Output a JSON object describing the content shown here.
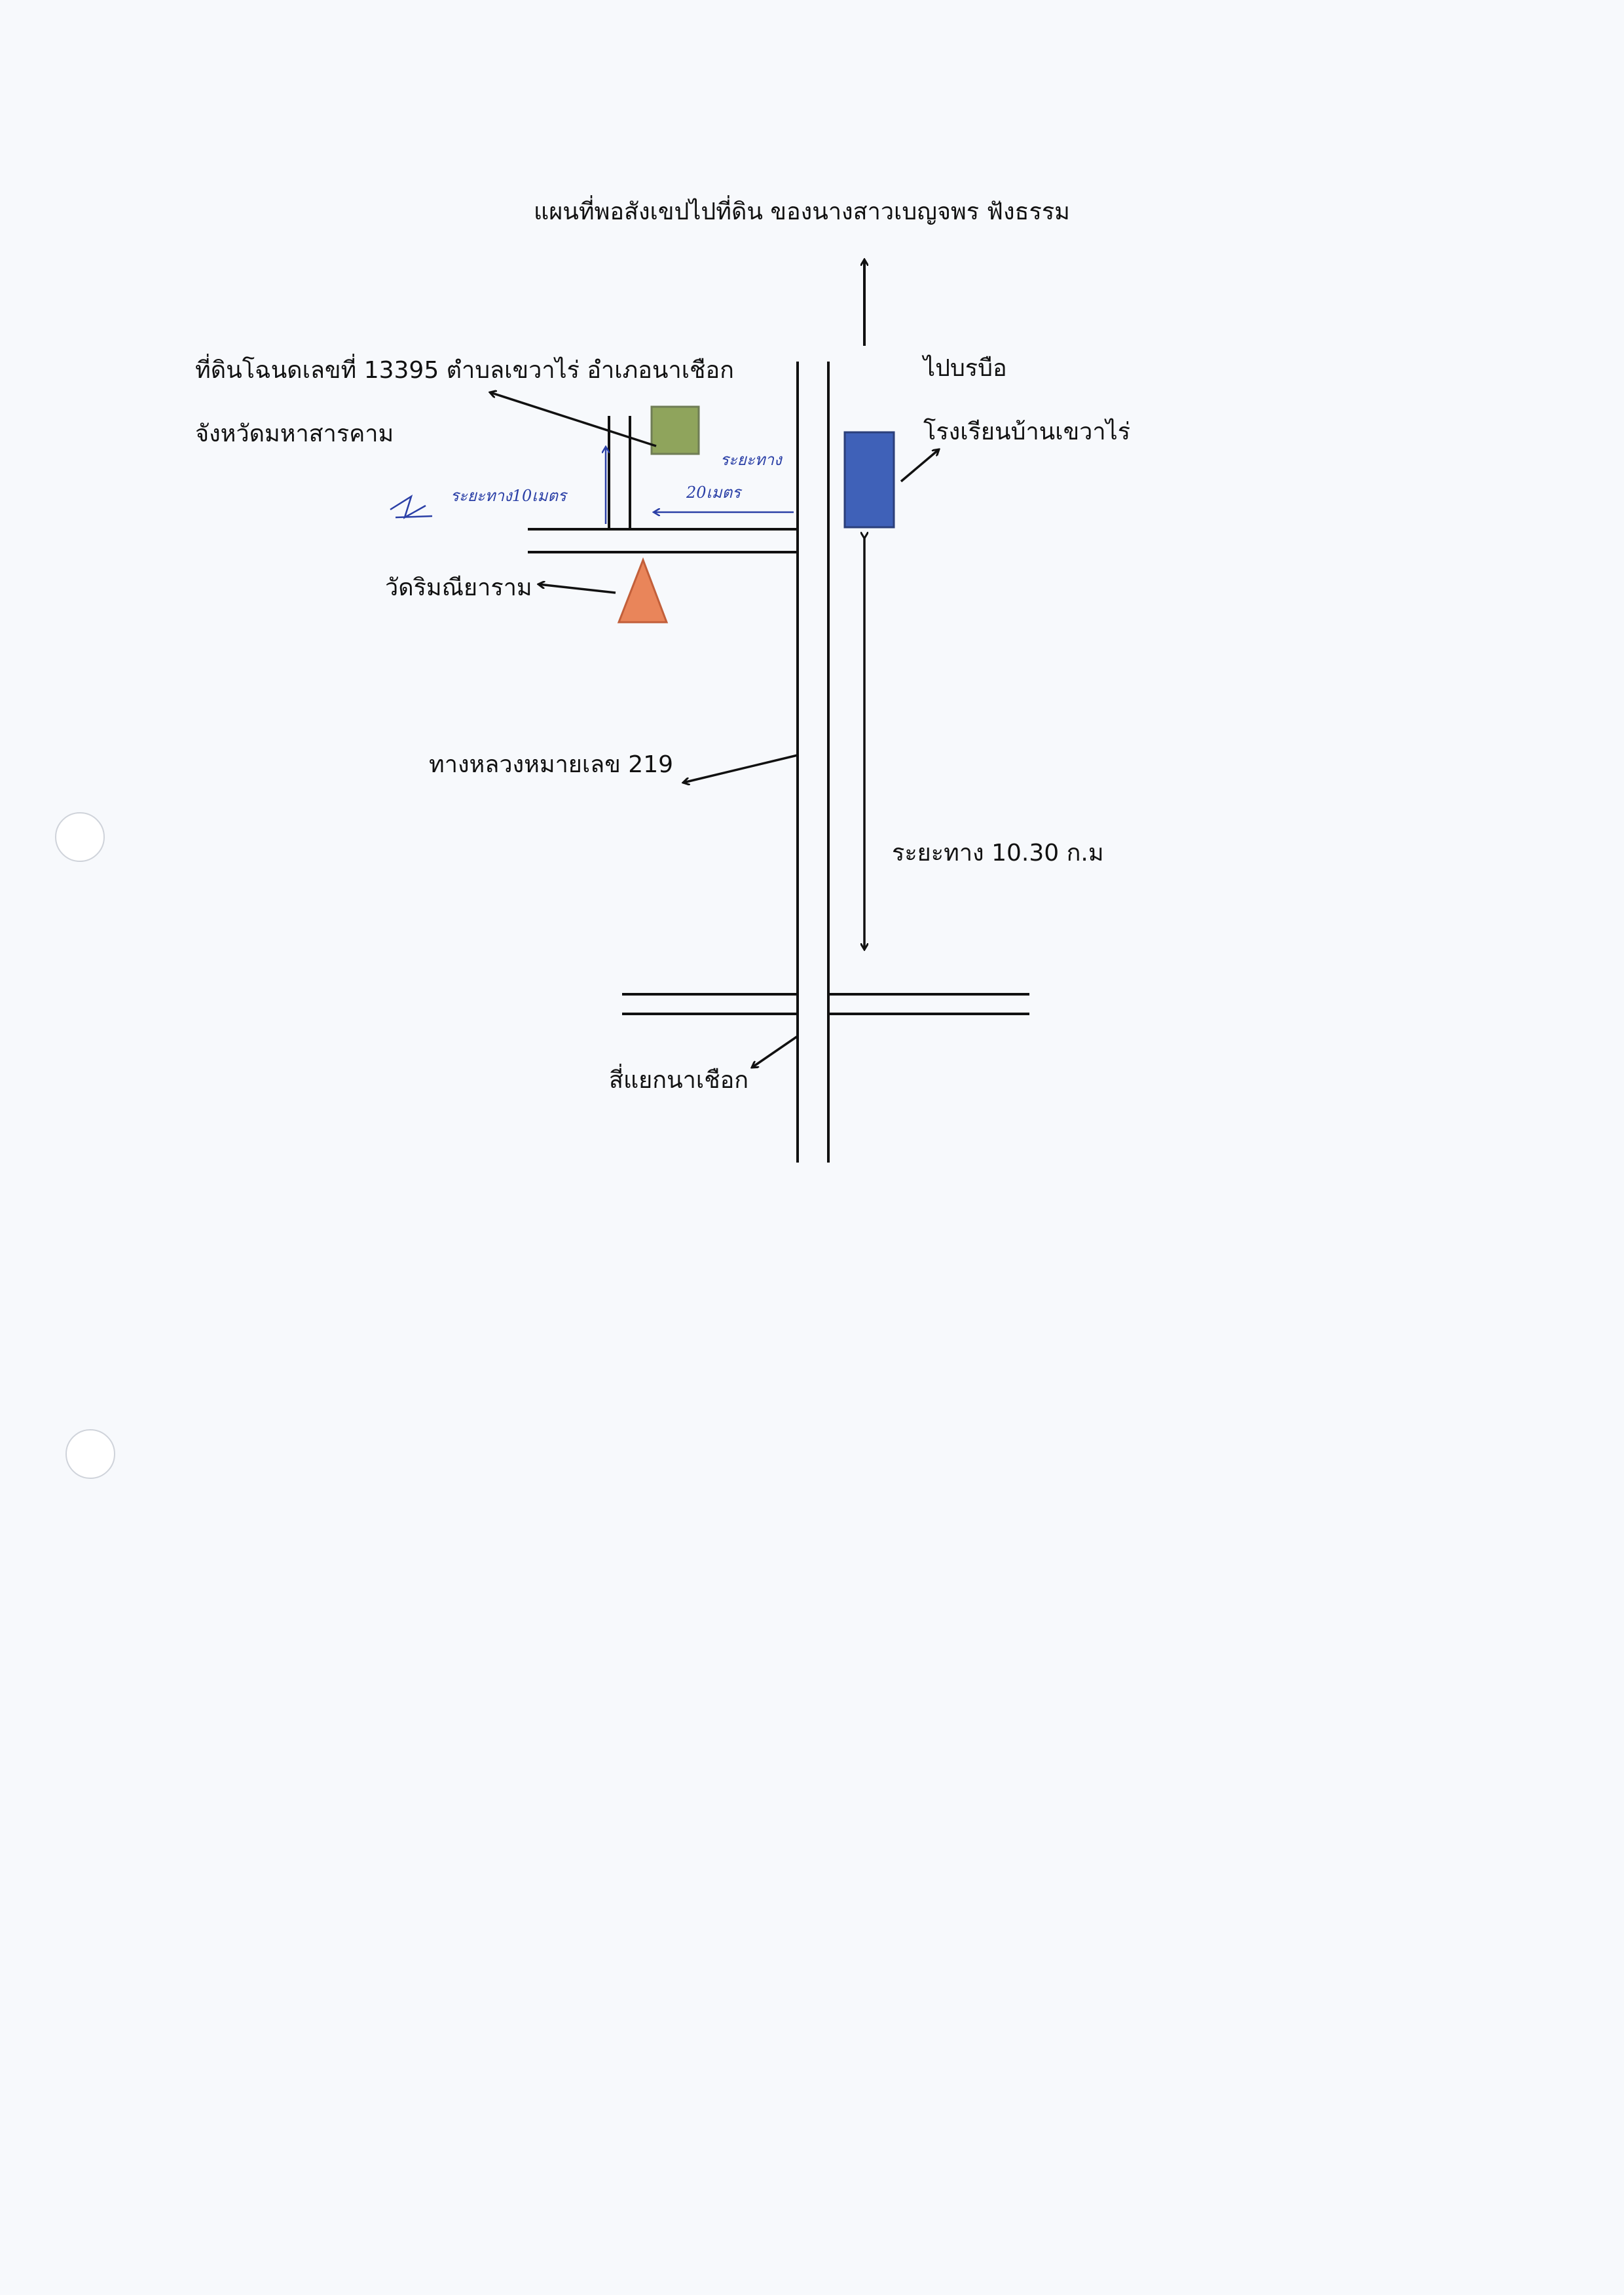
{
  "title": "แผนที่พอสังเขปไปที่ดิน ของนางสาวเบญจพร ฟังธรรม",
  "labels": {
    "land_line1": "ที่ดินโฉนดเลขที่ 13395 ตำบลเขวาไร่ อำเภอนาเชือก",
    "land_line2": "จังหวัดมหาสารคาม",
    "to_borabue": "ไปบรบือ",
    "school": "โรงเรียนบ้านเขวาไร่",
    "temple": "วัดริมณียาราม",
    "highway": "ทางหลวงหมายเลข 219",
    "distance": "ระยะทาง 10.30 ก.ม",
    "intersection": "สี่แยกนาเชือก"
  },
  "handwritten": {
    "dist_10": "ระยะทาง10เมตร",
    "dist_20_line1": "ระยะทาง",
    "dist_20_line2": "20เมตร"
  },
  "colors": {
    "land": "#8fa45c",
    "school": "#3f61b8",
    "temple": "#e9855a",
    "line": "#111111",
    "handwriting": "#2a3fa6"
  }
}
